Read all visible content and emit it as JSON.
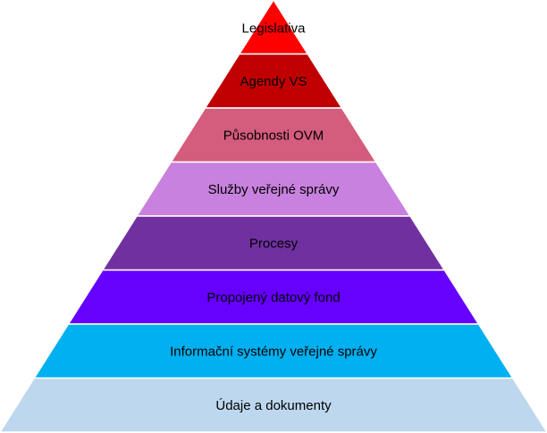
{
  "diagram": {
    "type": "pyramid",
    "layers": [
      {
        "label": "Legislativa",
        "color": "#ff0000"
      },
      {
        "label": "Agendy VS",
        "color": "#c00000"
      },
      {
        "label": "Působnosti OVM",
        "color": "#d45c7c"
      },
      {
        "label": "Služby veřejné správy",
        "color": "#c881de"
      },
      {
        "label": "Procesy",
        "color": "#7030a0"
      },
      {
        "label": "Propojený datový fond",
        "color": "#6600ff"
      },
      {
        "label": "Informační systémy veřejné správy",
        "color": "#00b0f0"
      },
      {
        "label": "Údaje a dokumenty",
        "color": "#bdd7ee"
      }
    ]
  }
}
